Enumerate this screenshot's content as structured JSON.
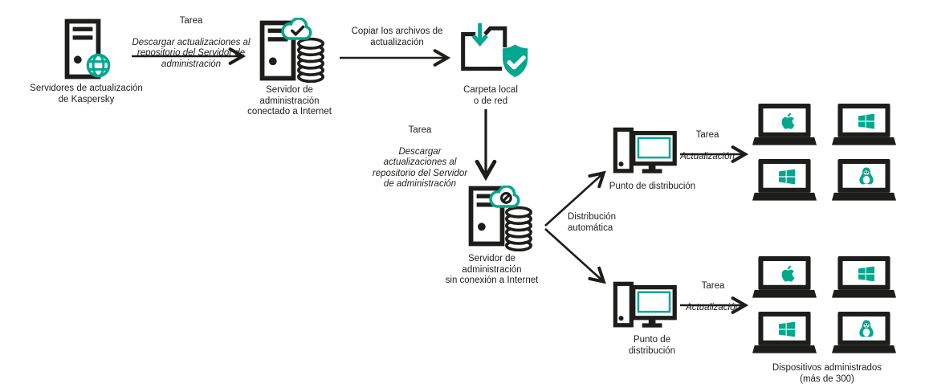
{
  "colors": {
    "teal": "#00A88E",
    "ink": "#1D1D1B"
  },
  "nodes": {
    "kaspersky_update_servers": {
      "label": "Servidores de actualización\nde Kaspersky"
    },
    "admin_server_online": {
      "label": "Servidor de\nadministración\nconectado a Internet"
    },
    "local_folder": {
      "label": "Carpeta local\no de red"
    },
    "admin_server_offline": {
      "label": "Servidor de\nadministración\nsin conexión a Internet"
    },
    "distribution_point_top": {
      "label": "Punto de distribución"
    },
    "distribution_point_bottom": {
      "label": "Punto de\ndistribución"
    },
    "managed_devices": {
      "label": "Dispositivos administrados\n(más de 300)"
    }
  },
  "edges": {
    "task_download_to_online": {
      "title": "Tarea",
      "detail": "Descargar actualizaciones al\nrepositorio del Servidor de\nadministración"
    },
    "copy_update_files": {
      "label": "Copiar los archivos de\nactualización"
    },
    "task_download_to_offline": {
      "title": "Tarea",
      "detail": "Descargar\nactualizaciones al\nrepositorio del Servidor\nde administración"
    },
    "automatic_distribution": {
      "label": "Distribución\nautomática"
    },
    "task_update_top": {
      "title": "Tarea",
      "detail": "Actualización"
    },
    "task_update_bottom": {
      "title": "Tarea",
      "detail": "Actualización"
    }
  },
  "icons": {
    "update-server-icon": "server tower with teal globe",
    "admin-server-online-icon": "server tower, teal cloud with check, database stack",
    "folder-download-icon": "folder with teal download arrow",
    "shield-check-icon": "teal shield with white checkmark",
    "admin-server-offline-icon": "server tower, teal cloud with blocked sign, database stack",
    "distribution-point-icon": "desktop computer with teal screen",
    "laptop-apple-icon": "laptop with Apple logo",
    "laptop-windows-icon": "laptop with Windows logo",
    "laptop-linux-icon": "laptop with Tux penguin"
  }
}
